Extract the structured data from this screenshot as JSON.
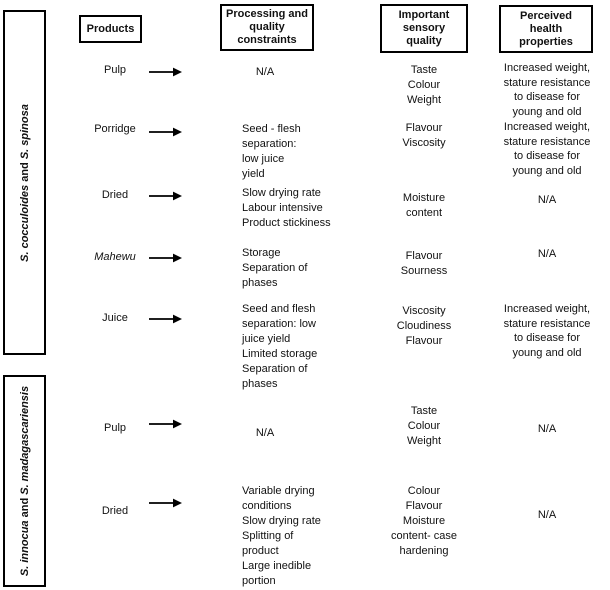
{
  "figure": {
    "type": "product-attribute-diagram",
    "text_color": "#111111",
    "border_color": "#000000",
    "background": "#ffffff"
  },
  "headers": {
    "products": "Products",
    "constraints": "Processing and\nquality\nconstraints",
    "sensory": "Important\nsensory\nquality",
    "health": "Perceived\nhealth\nproperties"
  },
  "species_groups": [
    {
      "name1": "S. cocculoides",
      "conjunction": "and",
      "name2": "S. spinosa"
    },
    {
      "name1": "S. innocua",
      "conjunction": "and",
      "name2": "S. madagascariensis"
    }
  ],
  "rows": [
    {
      "product": "Pulp",
      "constraints": "N/A",
      "sensory": "Taste\nColour\nWeight",
      "health": "Increased weight,\nstature resistance\nto disease for\nyoung and old"
    },
    {
      "product": "Porridge",
      "constraints": "Seed - flesh\nseparation:\nlow juice\nyield",
      "sensory": "Flavour\nViscosity",
      "health": "Increased weight,\nstature resistance\nto disease for\nyoung and old"
    },
    {
      "product": "Dried",
      "constraints": "Slow drying rate\nLabour intensive\nProduct stickiness",
      "sensory": "Moisture\ncontent",
      "health": "N/A"
    },
    {
      "product": "Mahewu",
      "constraints": "Storage\nSeparation of\nphases",
      "sensory": "Flavour\nSourness",
      "health": "N/A"
    },
    {
      "product": "Juice",
      "constraints": "Seed and flesh\nseparation: low\njuice yield\nLimited storage\nSeparation of\nphases",
      "sensory": "Viscosity\nCloudiness\nFlavour",
      "health": "Increased weight,\nstature resistance\nto disease for\nyoung and old"
    },
    {
      "product": "Pulp",
      "constraints": "N/A",
      "sensory": "Taste\nColour\nWeight",
      "health": "N/A"
    },
    {
      "product": "Dried",
      "constraints": "Variable drying\nconditions\nSlow drying rate\nSplitting of\nproduct\nLarge inedible\nportion",
      "sensory": "Colour\nFlavour\nMoisture\ncontent- case\nhardening",
      "health": "N/A"
    }
  ]
}
